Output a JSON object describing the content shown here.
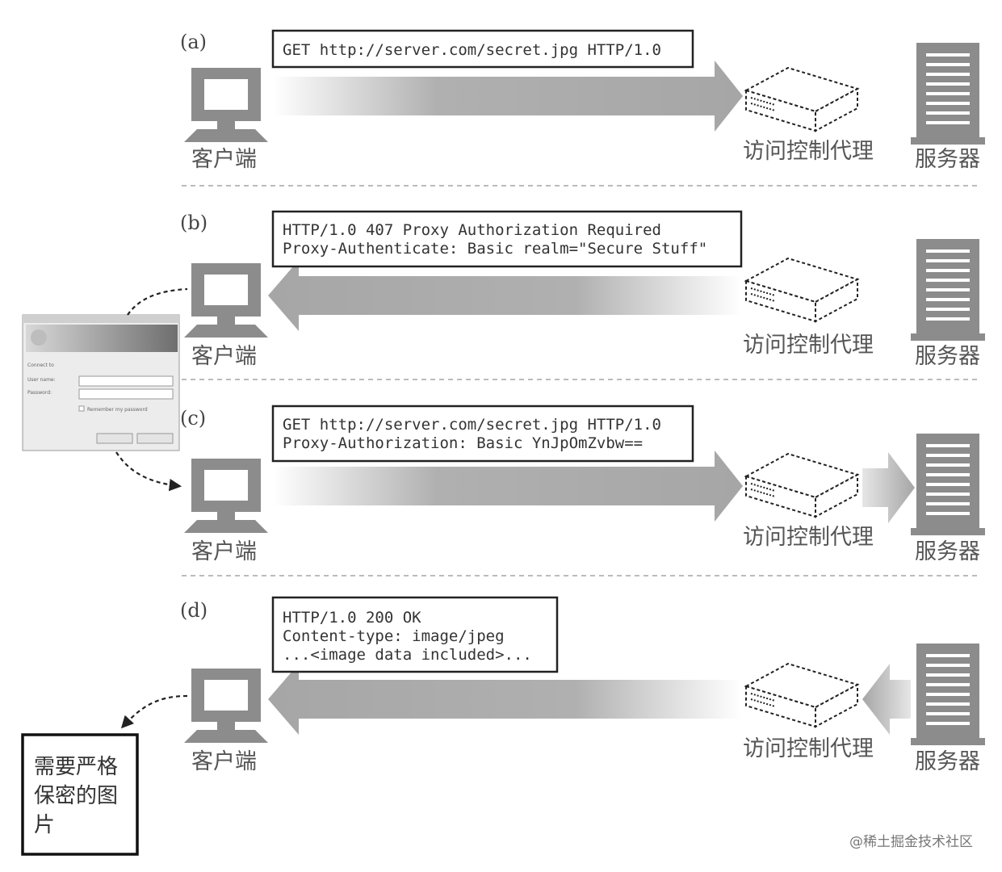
{
  "panels": [
    {
      "label": "(a)",
      "message": [
        "GET http://server.com/secret.jpg HTTP/1.0"
      ]
    },
    {
      "label": "(b)",
      "message": [
        "HTTP/1.0 407 Proxy Authorization Required",
        "Proxy-Authenticate: Basic realm=\"Secure Stuff\""
      ]
    },
    {
      "label": "(c)",
      "message": [
        "GET http://server.com/secret.jpg HTTP/1.0",
        "Proxy-Authorization: Basic YnJpOmZvbw=="
      ]
    },
    {
      "label": "(d)",
      "message": [
        "HTTP/1.0 200 OK",
        "Content-type: image/jpeg",
        "...<image data included>..."
      ]
    }
  ],
  "client_label": "客户端",
  "proxy_label": "访问控制代理",
  "server_label": "服务器",
  "secret_note": [
    "需要严格",
    "保密的图",
    "片"
  ],
  "watermark": "@稀土掘金技术社区",
  "colors": {
    "arrow": "#a9a9a9",
    "device": "#8c8c8c",
    "divider": "#bbbbbb"
  }
}
